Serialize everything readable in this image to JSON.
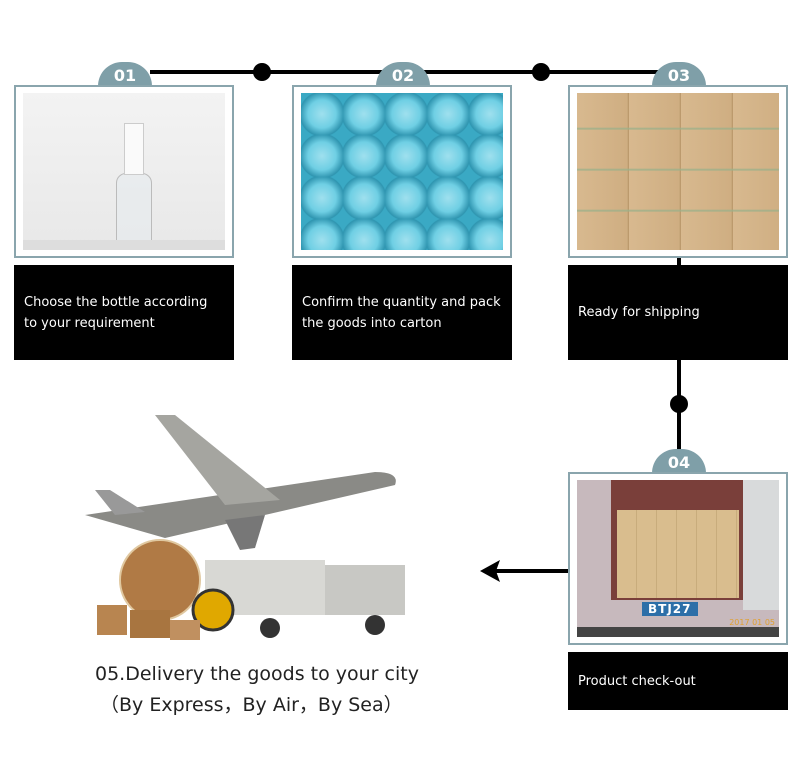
{
  "steps": [
    {
      "num": "01",
      "caption": "Choose the bottle according to your requirement"
    },
    {
      "num": "02",
      "caption": "Confirm the quantity and pack the goods into carton"
    },
    {
      "num": "03",
      "caption": "Ready for shipping"
    },
    {
      "num": "04",
      "caption": "Product check-out",
      "plate": "BTJ27",
      "date": "2017 01 05"
    }
  ],
  "delivery": {
    "title": "05.Delivery the goods to your city",
    "subtitle": "（By Express，By Air，By Sea）"
  },
  "colors": {
    "badge": "#7f9fa8",
    "caption_bg": "#000000"
  }
}
